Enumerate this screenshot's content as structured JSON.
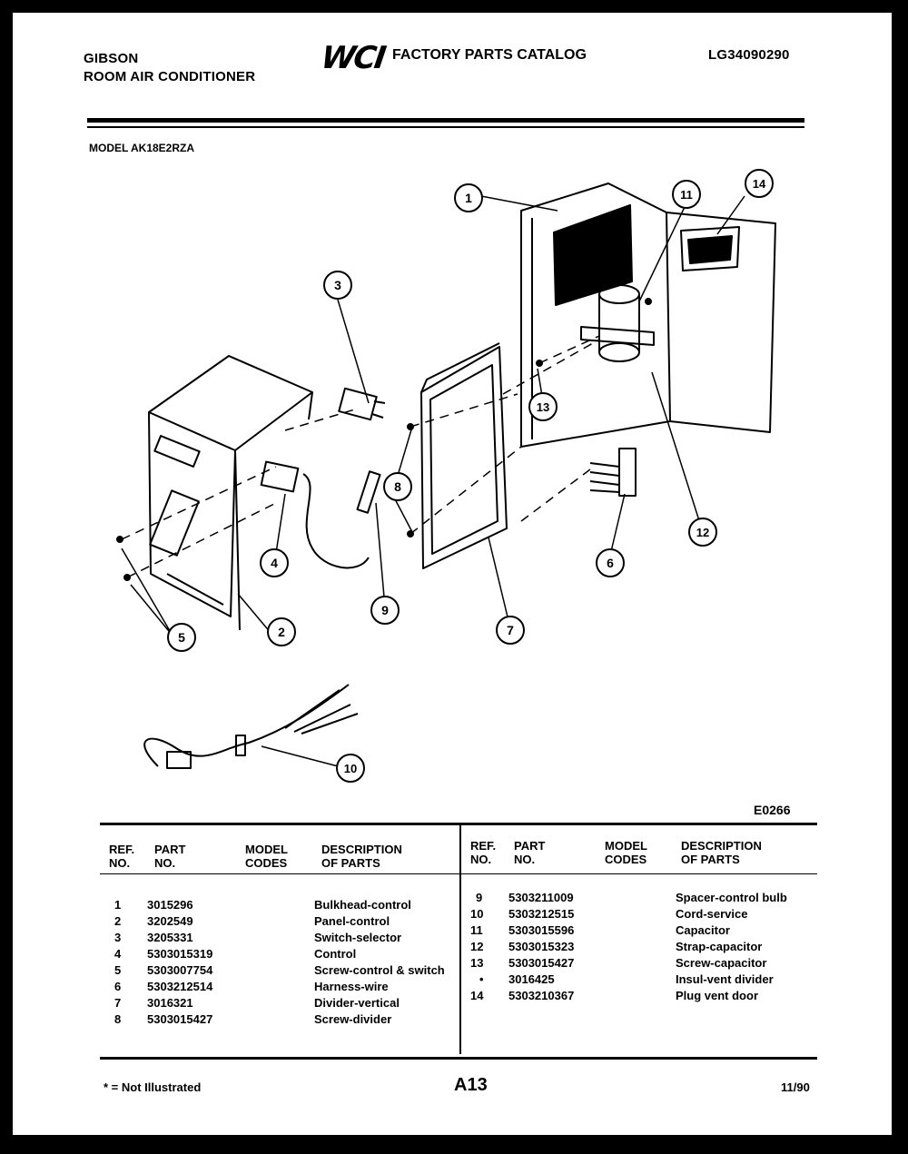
{
  "header": {
    "brand": "GIBSON",
    "product": "ROOM AIR CONDITIONER",
    "logo": "WCI",
    "catalog_title": "FACTORY PARTS CATALOG",
    "catalog_number": "LG34090290",
    "model_label": "MODEL AK18E2RZA"
  },
  "diagram": {
    "figure_code": "E0266",
    "callouts": [
      "1",
      "2",
      "3",
      "4",
      "5",
      "6",
      "7",
      "8",
      "9",
      "10",
      "11",
      "12",
      "13",
      "14"
    ]
  },
  "parts_table": {
    "headers": {
      "ref_no": [
        "REF.",
        "NO."
      ],
      "part_no": [
        "PART",
        "NO."
      ],
      "model_codes": [
        "MODEL",
        "CODES"
      ],
      "description": [
        "DESCRIPTION",
        "OF PARTS"
      ]
    },
    "left": [
      {
        "ref": "1",
        "part": "3015296",
        "codes": "",
        "desc": "Bulkhead-control"
      },
      {
        "ref": "2",
        "part": "3202549",
        "codes": "",
        "desc": "Panel-control"
      },
      {
        "ref": "3",
        "part": "3205331",
        "codes": "",
        "desc": "Switch-selector"
      },
      {
        "ref": "4",
        "part": "5303015319",
        "codes": "",
        "desc": "Control"
      },
      {
        "ref": "5",
        "part": "5303007754",
        "codes": "",
        "desc": "Screw-control & switch"
      },
      {
        "ref": "6",
        "part": "5303212514",
        "codes": "",
        "desc": "Harness-wire"
      },
      {
        "ref": "7",
        "part": "3016321",
        "codes": "",
        "desc": "Divider-vertical"
      },
      {
        "ref": "8",
        "part": "5303015427",
        "codes": "",
        "desc": "Screw-divider"
      }
    ],
    "right": [
      {
        "ref": "9",
        "part": "5303211009",
        "codes": "",
        "desc": "Spacer-control bulb"
      },
      {
        "ref": "10",
        "part": "5303212515",
        "codes": "",
        "desc": "Cord-service"
      },
      {
        "ref": "11",
        "part": "5303015596",
        "codes": "",
        "desc": "Capacitor"
      },
      {
        "ref": "12",
        "part": "5303015323",
        "codes": "",
        "desc": "Strap-capacitor"
      },
      {
        "ref": "13",
        "part": "5303015427",
        "codes": "",
        "desc": "Screw-capacitor"
      },
      {
        "ref": "•",
        "part": "3016425",
        "codes": "",
        "desc": "Insul-vent divider"
      },
      {
        "ref": "14",
        "part": "5303210367",
        "codes": "",
        "desc": "Plug vent door"
      }
    ]
  },
  "footer": {
    "note": "* = Not Illustrated",
    "page": "A13",
    "date": "11/90"
  }
}
